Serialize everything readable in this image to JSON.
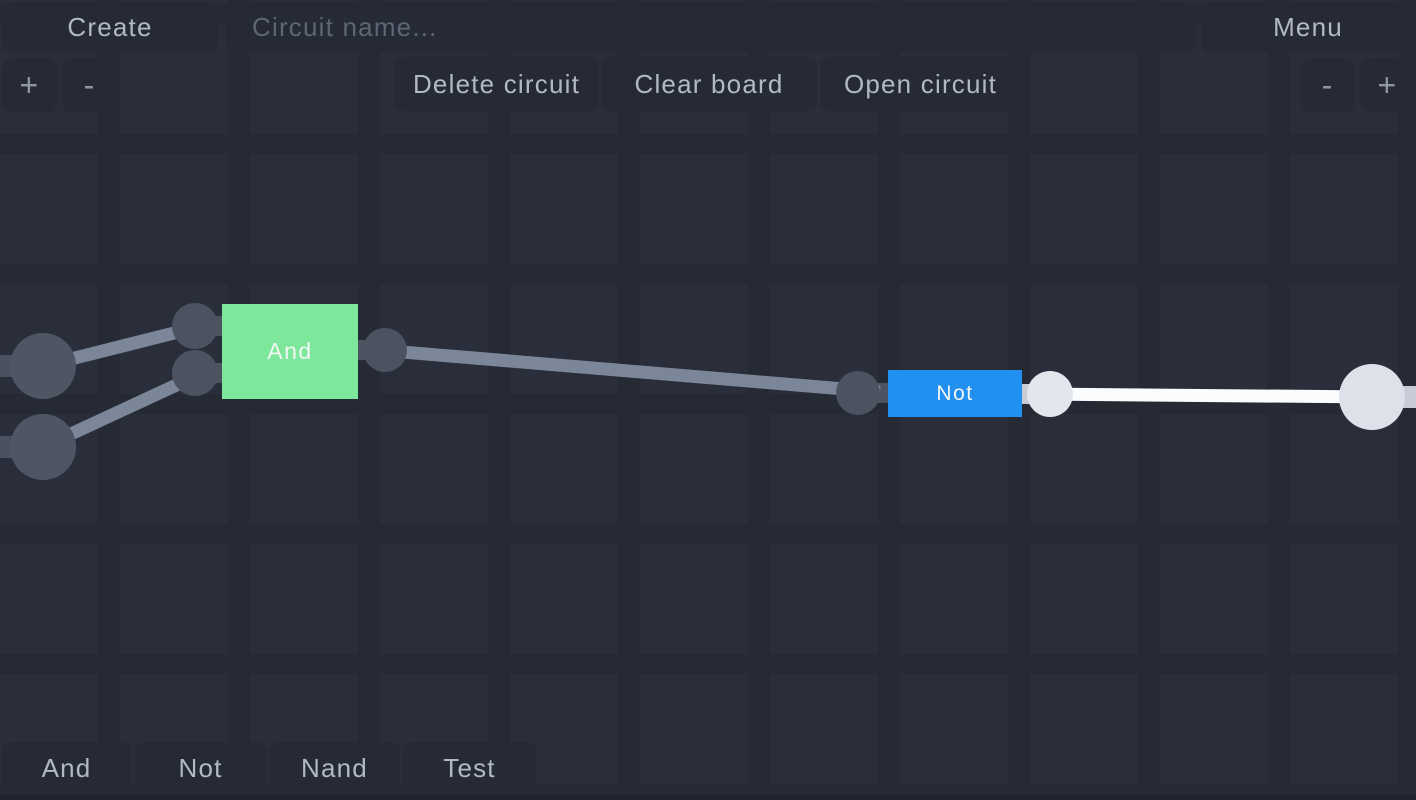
{
  "header": {
    "create_label": "Create",
    "circuit_name_placeholder": "Circuit name...",
    "circuit_name_value": "",
    "menu_label": "Menu"
  },
  "toolbar": {
    "delete_circuit_label": "Delete circuit",
    "clear_board_label": "Clear board",
    "open_circuit_label": "Open circuit",
    "zoom_in_label": "+",
    "zoom_out_label": "-"
  },
  "palette": {
    "items": [
      {
        "label": "And"
      },
      {
        "label": "Not"
      },
      {
        "label": "Nand"
      },
      {
        "label": "Test"
      }
    ]
  },
  "canvas": {
    "gates": [
      {
        "label": "And",
        "color": "#7de89c"
      },
      {
        "label": "Not",
        "color": "#2290f0"
      }
    ]
  },
  "colors": {
    "background_tile": "#2a2e3a",
    "background_gap": "#262a34",
    "button_background": "#252a36",
    "button_text": "#b3b9c4",
    "placeholder_text": "#5e6573",
    "gate_and_green": "#7de89c",
    "gate_not_blue": "#2290f0",
    "node_inactive_gray": "#4e5664",
    "node_active_white": "#dde2ea",
    "wire_inactive_gray": "#7b8799",
    "wire_active_white": "#fbfcfe"
  }
}
